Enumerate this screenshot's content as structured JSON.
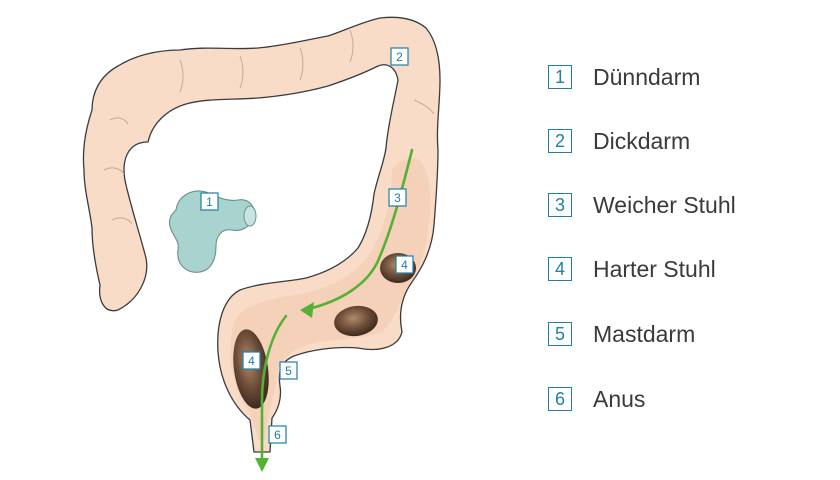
{
  "legend": [
    {
      "num": "1",
      "label": "Dünndarm"
    },
    {
      "num": "2",
      "label": "Dickdarm"
    },
    {
      "num": "3",
      "label": "Weicher Stuhl"
    },
    {
      "num": "4",
      "label": "Harter Stuhl"
    },
    {
      "num": "5",
      "label": "Mastdarm"
    },
    {
      "num": "6",
      "label": "Anus"
    }
  ],
  "markers": {
    "small_intestine": "1",
    "large_intestine": "2",
    "soft_stool": "3",
    "hard_stool_upper": "4",
    "hard_stool_rectum": "4",
    "rectum": "5",
    "anus": "6"
  },
  "colors": {
    "colon_fill": "#f8dcc7",
    "colon_stroke": "#3b3b3b",
    "small_intestine_fill": "#a9d3cf",
    "stool_fill": "#6f4f3a",
    "arrow": "#55b135",
    "accent": "#1f7fa6"
  }
}
